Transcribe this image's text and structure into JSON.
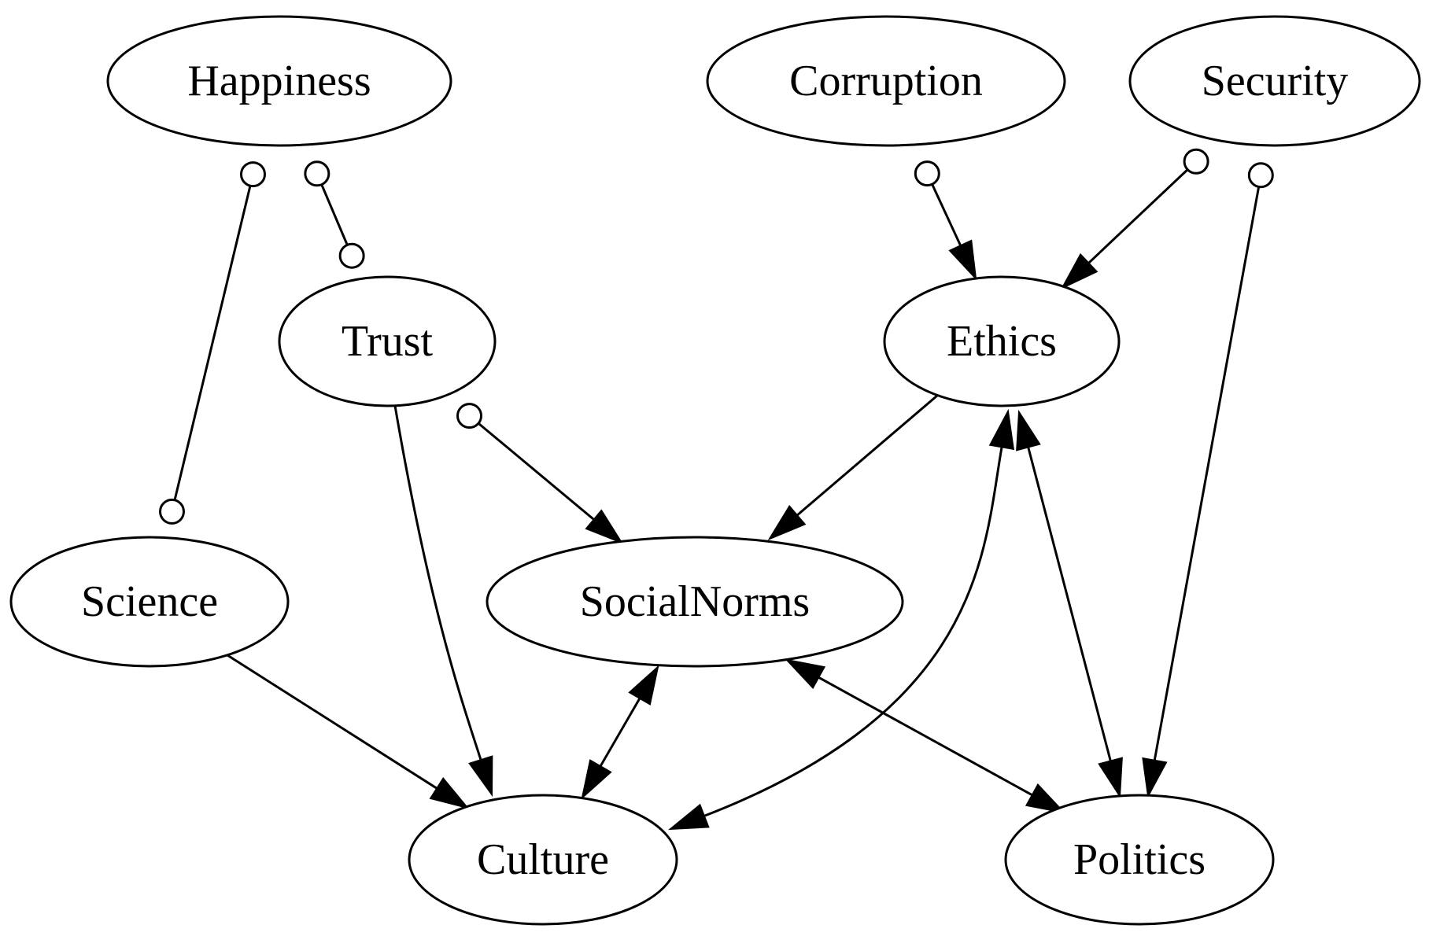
{
  "graph": {
    "nodes": [
      {
        "id": "happiness",
        "label": "Happiness"
      },
      {
        "id": "corruption",
        "label": "Corruption"
      },
      {
        "id": "security",
        "label": "Security"
      },
      {
        "id": "trust",
        "label": "Trust"
      },
      {
        "id": "ethics",
        "label": "Ethics"
      },
      {
        "id": "science",
        "label": "Science"
      },
      {
        "id": "socialnorms",
        "label": "SocialNorms"
      },
      {
        "id": "culture",
        "label": "Culture"
      },
      {
        "id": "politics",
        "label": "Politics"
      }
    ],
    "edges": [
      {
        "id": "happiness-science",
        "source": "happiness",
        "target": "science",
        "source_mark": "circle",
        "target_mark": "circle"
      },
      {
        "id": "happiness-trust",
        "source": "happiness",
        "target": "trust",
        "source_mark": "circle",
        "target_mark": "circle"
      },
      {
        "id": "corruption-ethics",
        "source": "corruption",
        "target": "ethics",
        "source_mark": "circle",
        "target_mark": "arrow"
      },
      {
        "id": "security-ethics",
        "source": "security",
        "target": "ethics",
        "source_mark": "circle",
        "target_mark": "arrow"
      },
      {
        "id": "security-politics",
        "source": "security",
        "target": "politics",
        "source_mark": "circle",
        "target_mark": "arrow"
      },
      {
        "id": "trust-socialnorms",
        "source": "trust",
        "target": "socialnorms",
        "source_mark": "circle",
        "target_mark": "arrow"
      },
      {
        "id": "trust-culture",
        "source": "trust",
        "target": "culture",
        "source_mark": "none",
        "target_mark": "arrow"
      },
      {
        "id": "ethics-socialnorms",
        "source": "ethics",
        "target": "socialnorms",
        "source_mark": "none",
        "target_mark": "arrow"
      },
      {
        "id": "ethics-culture",
        "source": "ethics",
        "target": "culture",
        "source_mark": "arrow",
        "target_mark": "arrow"
      },
      {
        "id": "ethics-politics",
        "source": "ethics",
        "target": "politics",
        "source_mark": "arrow",
        "target_mark": "arrow"
      },
      {
        "id": "science-culture",
        "source": "science",
        "target": "culture",
        "source_mark": "none",
        "target_mark": "arrow"
      },
      {
        "id": "socialnorms-culture",
        "source": "socialnorms",
        "target": "culture",
        "source_mark": "arrow",
        "target_mark": "arrow"
      },
      {
        "id": "socialnorms-politics",
        "source": "socialnorms",
        "target": "politics",
        "source_mark": "arrow",
        "target_mark": "arrow"
      }
    ]
  }
}
